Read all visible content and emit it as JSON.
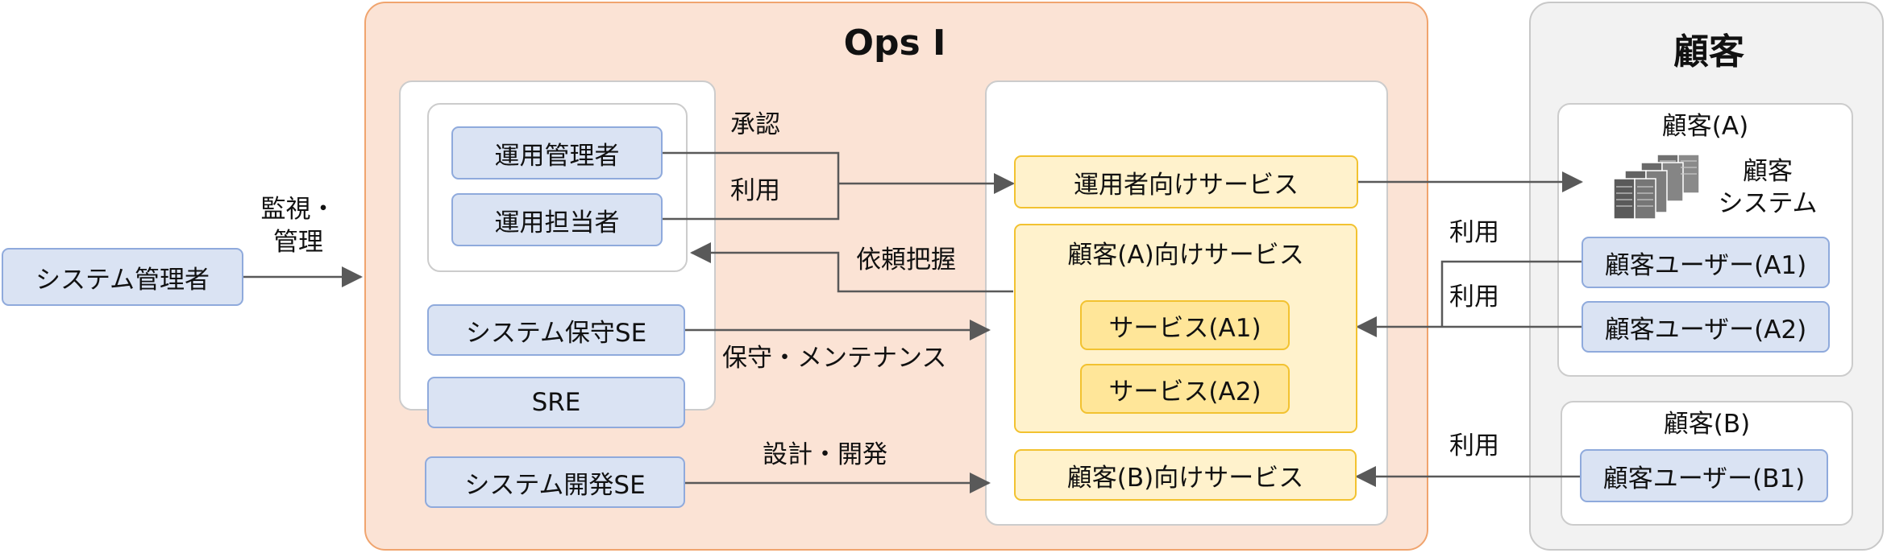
{
  "ops": {
    "title": "Ops I",
    "roles": {
      "manager": "運用管理者",
      "staff": "運用担当者",
      "maintenance_se": "システム保守SE",
      "sre": "SRE",
      "dev_se": "システム開発SE"
    },
    "services": {
      "operator_service": "運用者向けサービス",
      "customer_a_service": "顧客(A)向けサービス",
      "service_a1": "サービス(A1)",
      "service_a2": "サービス(A2)",
      "customer_b_service": "顧客(B)向けサービス"
    }
  },
  "external": {
    "system_admin": "システム管理者"
  },
  "customers": {
    "title": "顧客",
    "customer_a": {
      "title": "顧客(A)",
      "system_label_1": "顧客",
      "system_label_2": "システム",
      "system_icon": "server-rack-icon",
      "user_a1": "顧客ユーザー(A1)",
      "user_a2": "顧客ユーザー(A2)"
    },
    "customer_b": {
      "title": "顧客(B)",
      "user_b1": "顧客ユーザー(B1)"
    }
  },
  "edges": {
    "monitor_line1": "監視・",
    "monitor_line2": "管理",
    "approve": "承認",
    "use_ops": "利用",
    "request": "依頼把握",
    "maintenance": "保守・メンテナンス",
    "design_dev": "設計・開発",
    "use_a1": "利用",
    "use_a2": "利用",
    "use_b1": "利用"
  },
  "colors": {
    "ops_region": "#fbe3d5",
    "ops_border": "#f0a46e",
    "role_fill": "#dae3f3",
    "role_border": "#8faadc",
    "service_fill": "#fff2cc",
    "service_border": "#f2c230",
    "subservice_fill": "#ffe699",
    "customer_region": "#f2f2f2",
    "connector": "#595959"
  }
}
